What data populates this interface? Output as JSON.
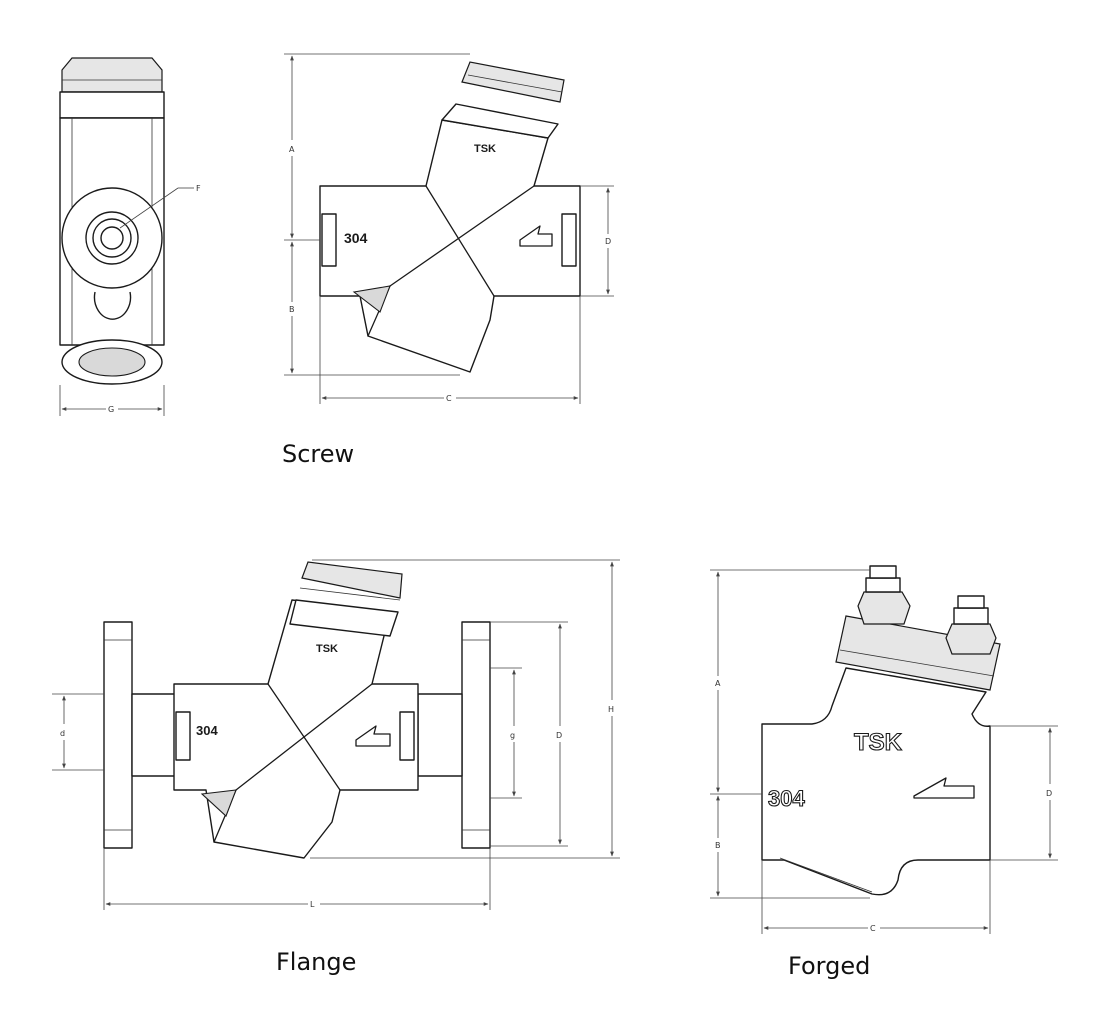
{
  "captions": {
    "screw": "Screw",
    "flange": "Flange",
    "forged": "Forged"
  },
  "screw_side_labels": {
    "F": "F",
    "G": "G"
  },
  "screw_front_labels": {
    "A": "A",
    "B": "B",
    "C": "C",
    "D": "D",
    "brand": "TSK",
    "material": "304"
  },
  "flange_labels": {
    "d": "d",
    "g": "g",
    "D": "D",
    "H": "H",
    "L": "L",
    "brand": "TSK",
    "material": "304"
  },
  "forged_labels": {
    "A": "A",
    "B": "B",
    "C": "C",
    "D": "D",
    "brand": "TSK",
    "material": "304"
  },
  "colors": {
    "line": "#1a1a1a",
    "shade": "#d9d9d9",
    "background": "#ffffff"
  }
}
